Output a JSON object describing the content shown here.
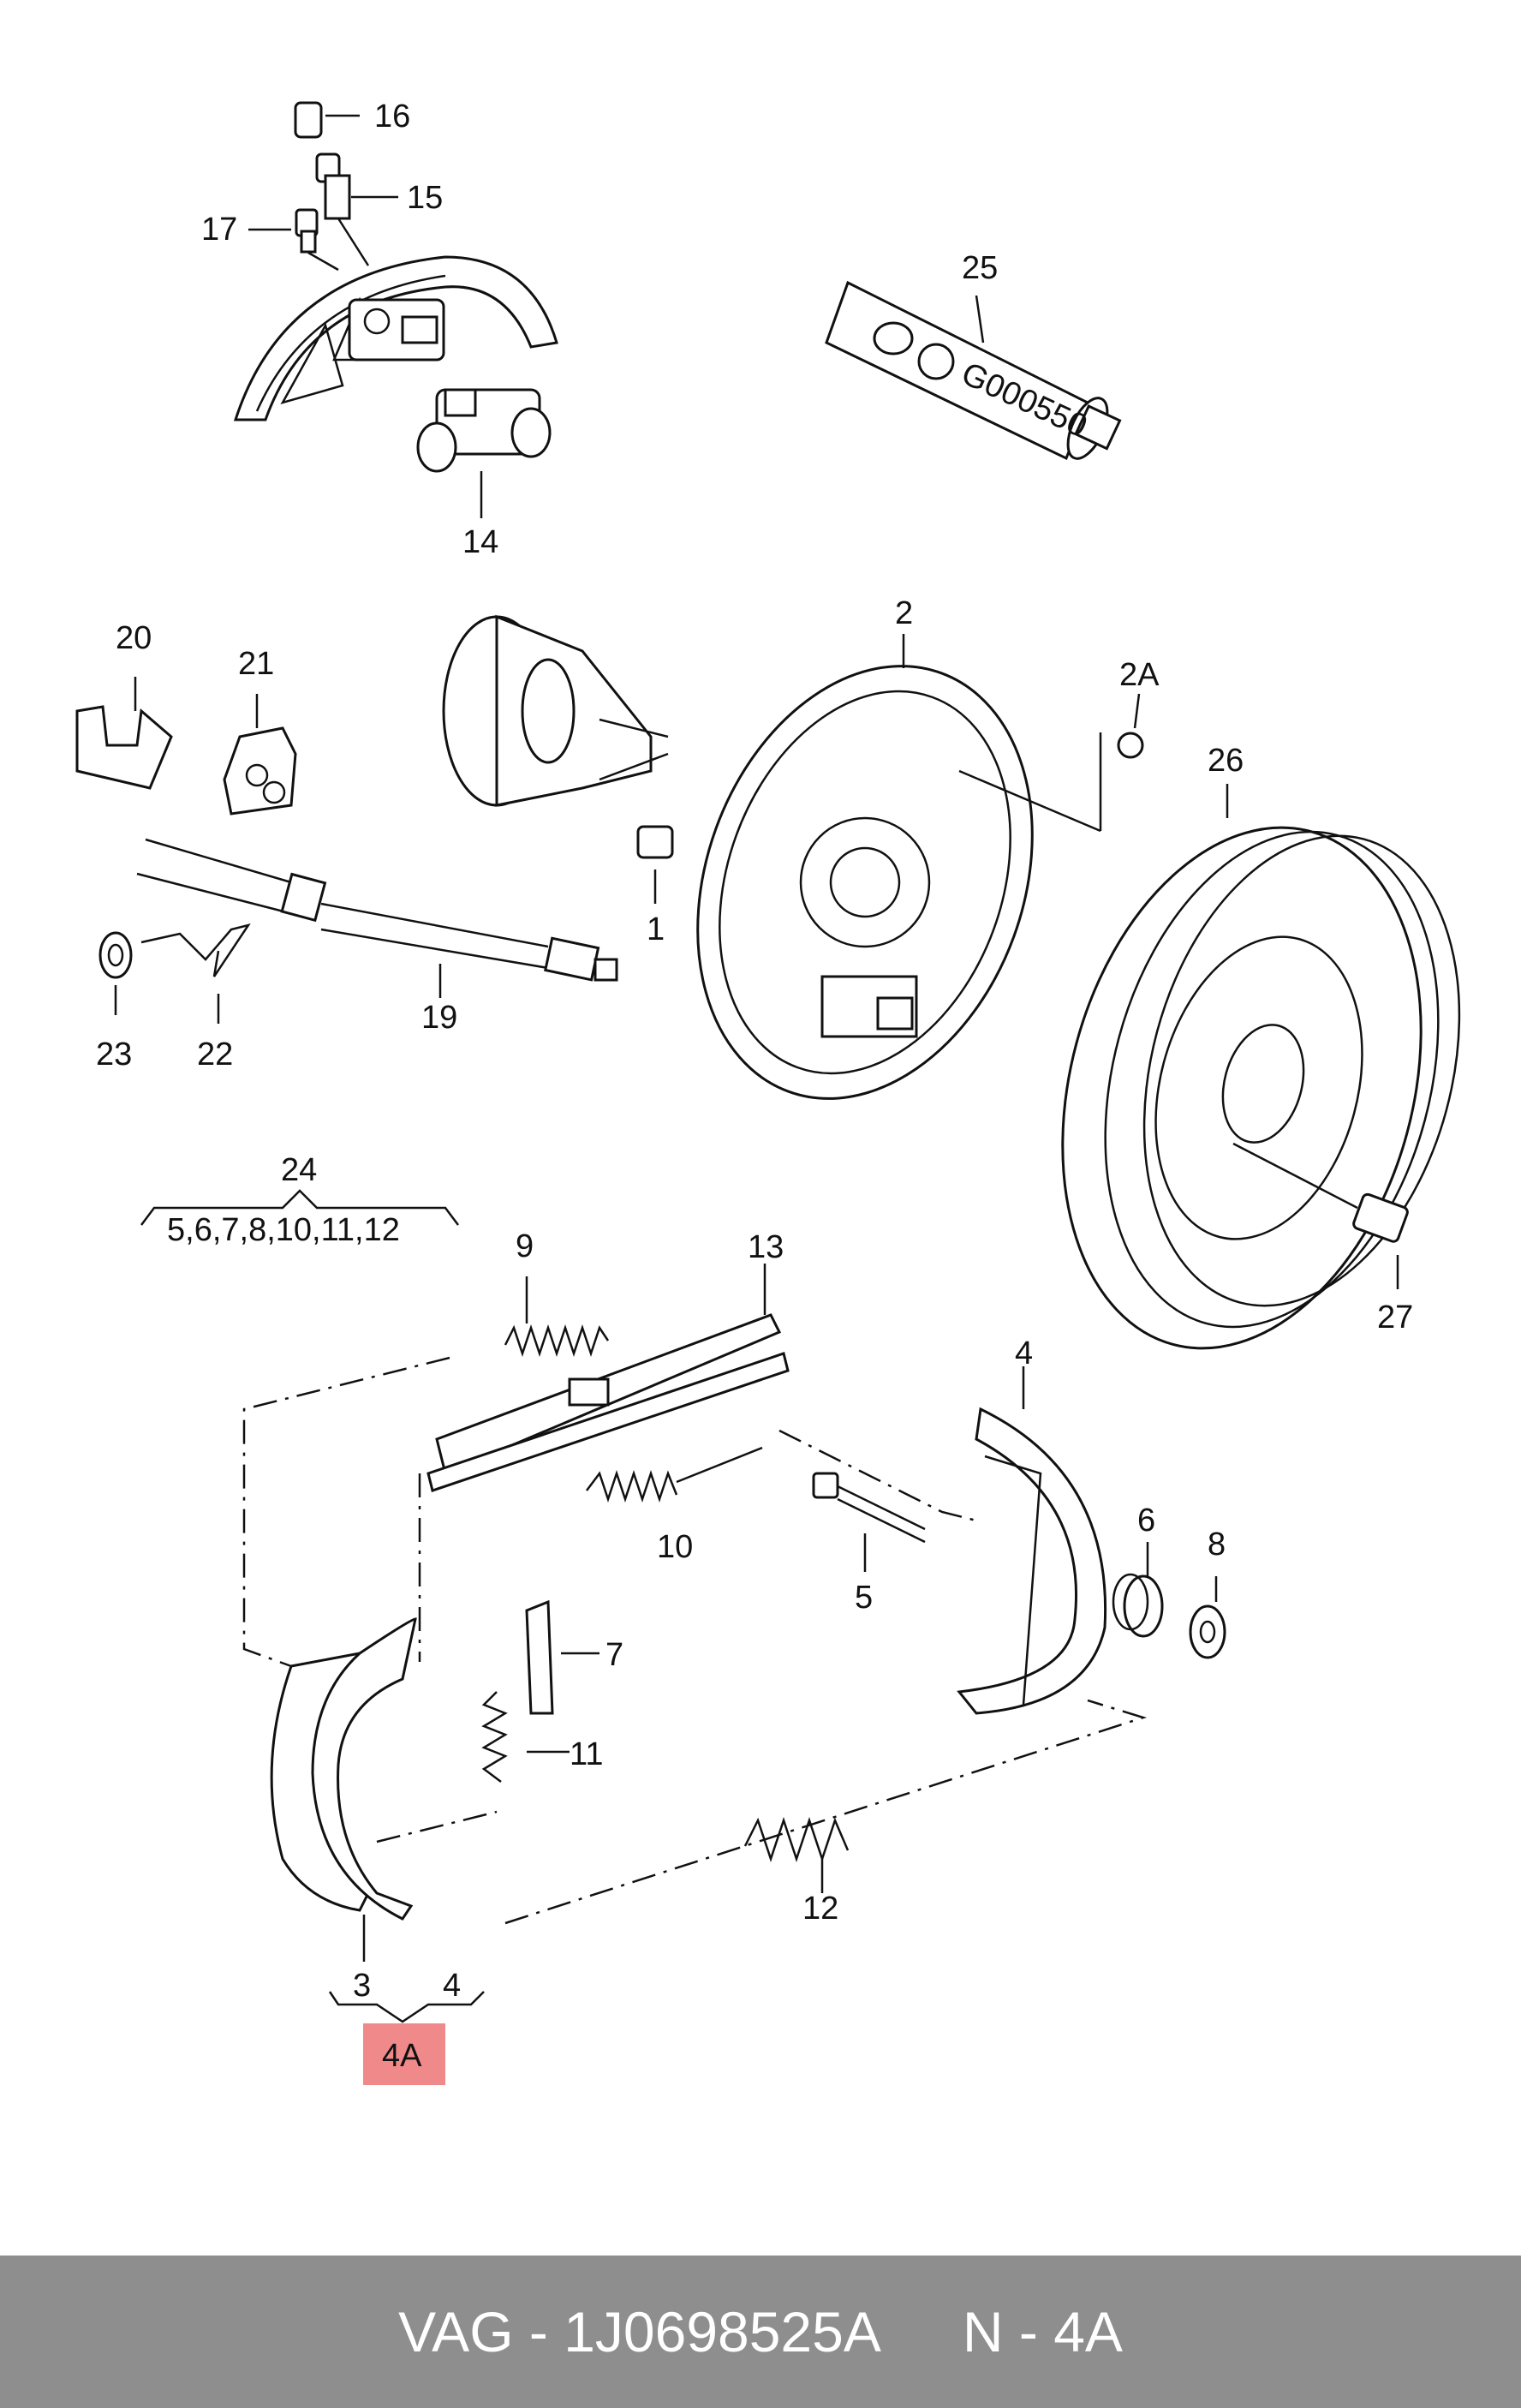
{
  "diagram": {
    "callouts": {
      "p16": "16",
      "p15": "15",
      "p17": "17",
      "p14": "14",
      "p25": "25",
      "p20": "20",
      "p21": "21",
      "p2": "2",
      "p2a": "2A",
      "p26": "26",
      "p1": "1",
      "p19": "19",
      "p23": "23",
      "p22": "22",
      "p24": "24",
      "p24_set": "5,6,7,8,10,11,12",
      "p9": "9",
      "p13": "13",
      "p4_top": "4",
      "p6": "6",
      "p8": "8",
      "p10": "10",
      "p5": "5",
      "p7": "7",
      "p11": "11",
      "p12": "12",
      "p27": "27",
      "p3": "3",
      "p4_bottom": "4",
      "p4a": "4A"
    },
    "tube_text": "G000550",
    "highlight_color": "#f08a8a"
  },
  "footer": {
    "brand_part": "VAG - 1J0698525A",
    "item": "N - 4A",
    "background": "#8e8e8e"
  }
}
